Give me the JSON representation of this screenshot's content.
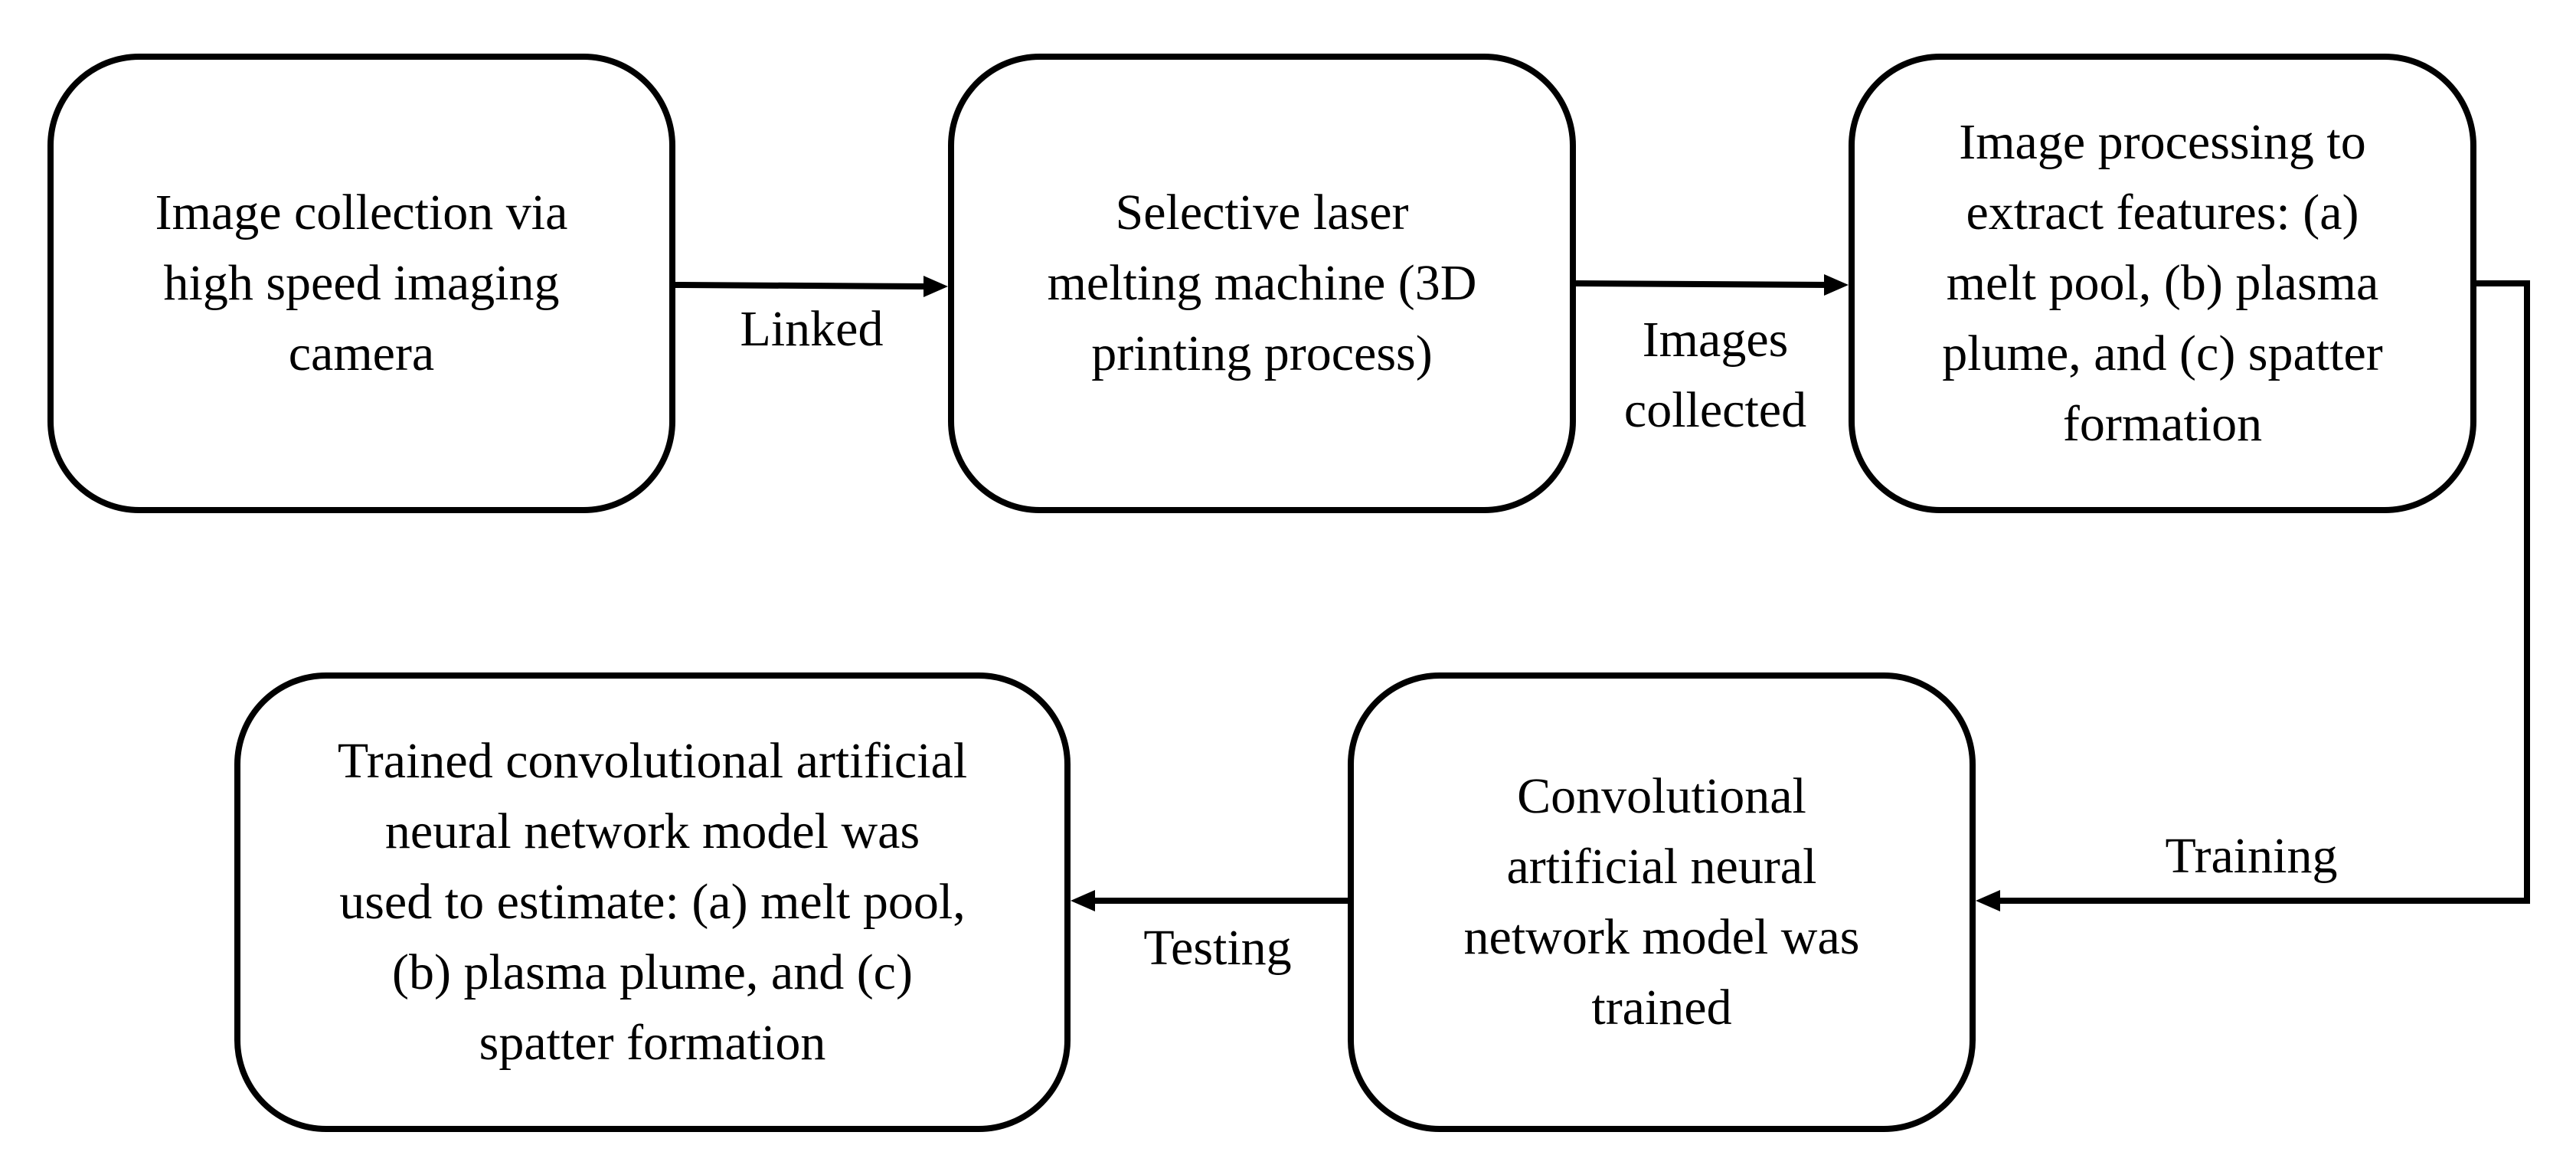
{
  "diagram": {
    "nodes": [
      {
        "id": "n1",
        "text": "Image collection via\nhigh speed imaging\ncamera"
      },
      {
        "id": "n2",
        "text": "Selective laser\nmelting machine (3D\nprinting process)"
      },
      {
        "id": "n3",
        "text": "Image processing to\nextract features: (a)\nmelt pool, (b) plasma\nplume, and (c) spatter\nformation"
      },
      {
        "id": "n4",
        "text": "Convolutional\nartificial neural\nnetwork model was\ntrained"
      },
      {
        "id": "n5",
        "text": "Trained convolutional artificial\nneural network model was\nused to estimate: (a) melt pool,\n(b) plasma plume, and (c)\nspatter formation"
      }
    ],
    "edges": [
      {
        "from": "n1",
        "to": "n2",
        "label": "Linked"
      },
      {
        "from": "n2",
        "to": "n3",
        "label": "Images\ncollected"
      },
      {
        "from": "n3",
        "to": "n4",
        "label": "Training"
      },
      {
        "from": "n4",
        "to": "n5",
        "label": "Testing"
      }
    ]
  }
}
